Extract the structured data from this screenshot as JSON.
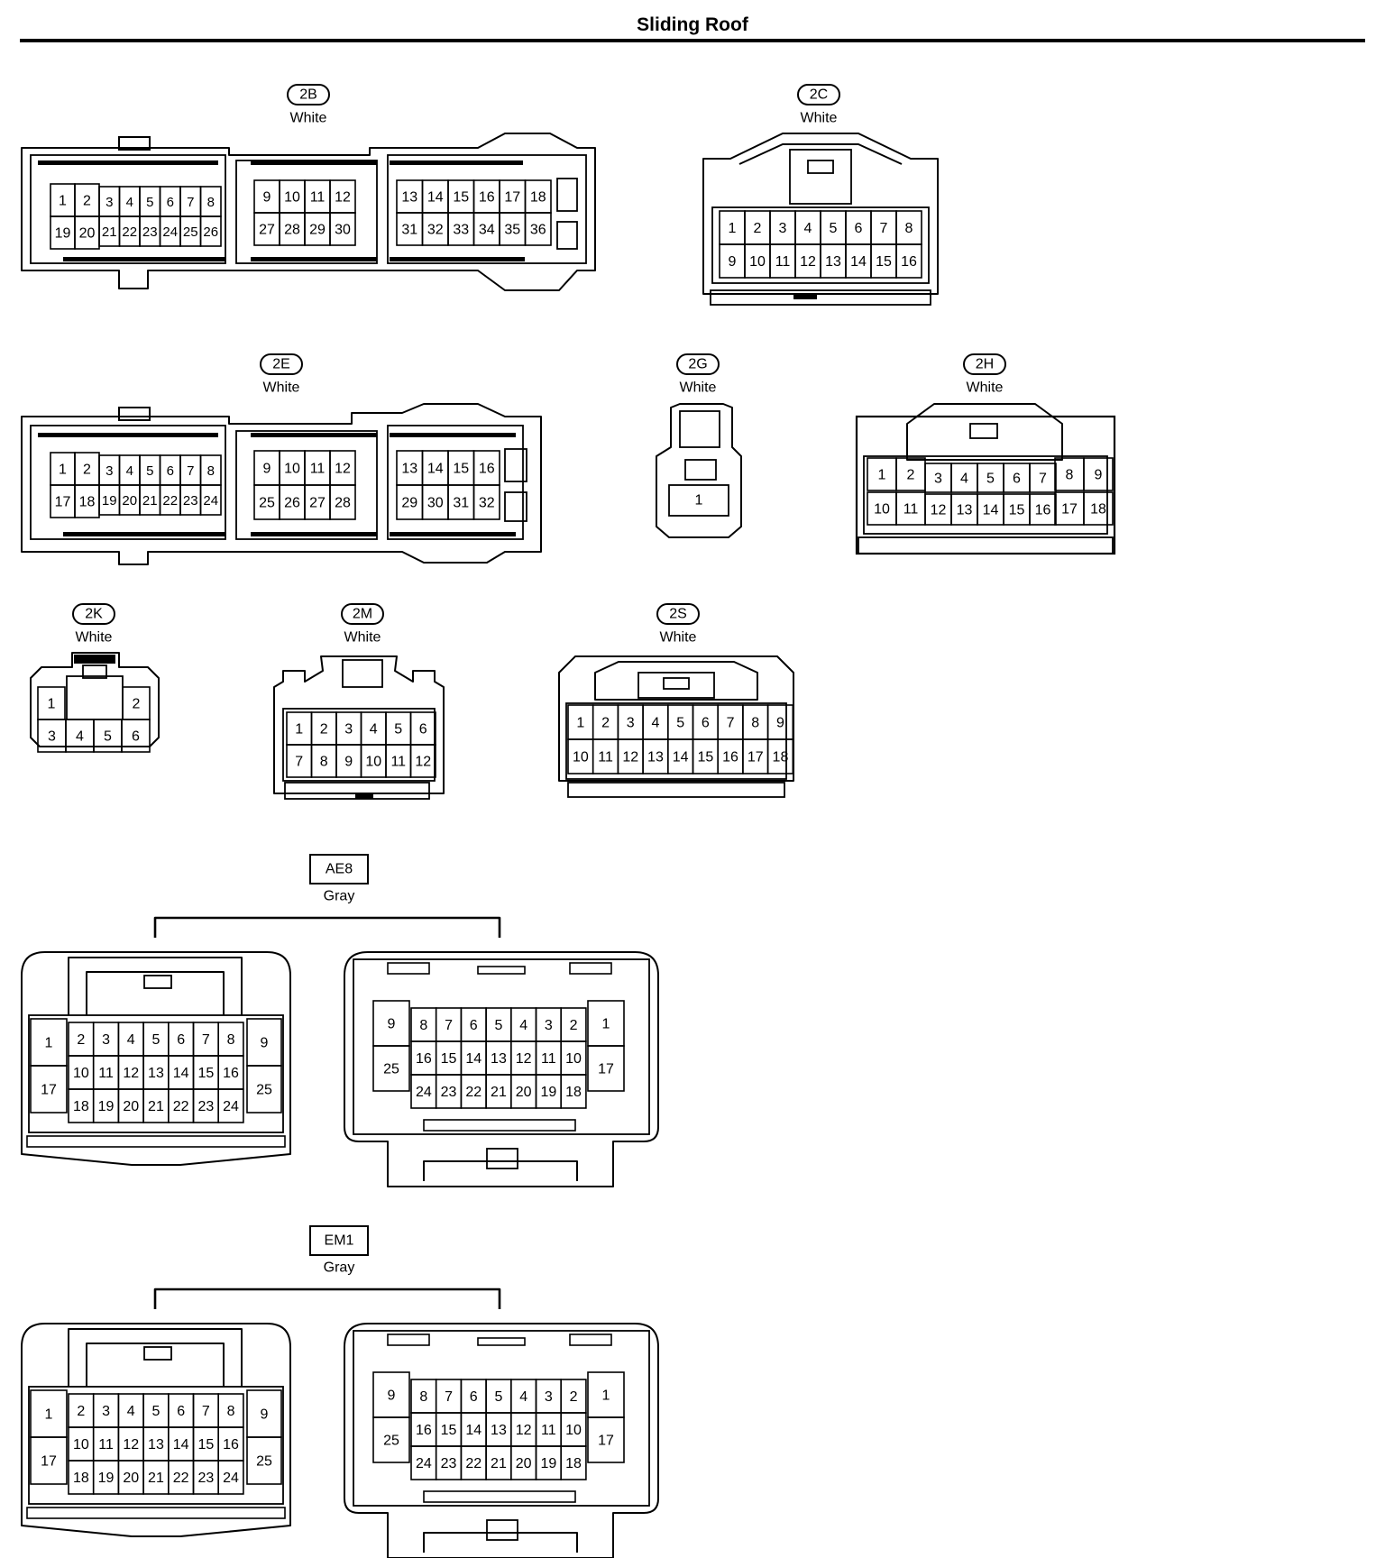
{
  "page": {
    "title": "Sliding Roof"
  },
  "connectors": [
    {
      "id": "2B",
      "tag_style": "oval",
      "color": "White",
      "blocks": [
        {
          "rows": [
            [
              "1",
              "2",
              "3",
              "4",
              "5",
              "6",
              "7",
              "8"
            ],
            [
              "19",
              "20",
              "21",
              "22",
              "23",
              "24",
              "25",
              "26"
            ]
          ]
        },
        {
          "rows": [
            [
              "9",
              "10",
              "11",
              "12"
            ],
            [
              "27",
              "28",
              "29",
              "30"
            ]
          ]
        },
        {
          "rows": [
            [
              "13",
              "14",
              "15",
              "16",
              "17",
              "18"
            ],
            [
              "31",
              "32",
              "33",
              "34",
              "35",
              "36"
            ]
          ]
        }
      ]
    },
    {
      "id": "2C",
      "tag_style": "oval",
      "color": "White",
      "blocks": [
        {
          "rows": [
            [
              "1",
              "2",
              "3",
              "4",
              "5",
              "6",
              "7",
              "8"
            ],
            [
              "9",
              "10",
              "11",
              "12",
              "13",
              "14",
              "15",
              "16"
            ]
          ]
        }
      ]
    },
    {
      "id": "2E",
      "tag_style": "oval",
      "color": "White",
      "blocks": [
        {
          "rows": [
            [
              "1",
              "2",
              "3",
              "4",
              "5",
              "6",
              "7",
              "8"
            ],
            [
              "17",
              "18",
              "19",
              "20",
              "21",
              "22",
              "23",
              "24"
            ]
          ]
        },
        {
          "rows": [
            [
              "9",
              "10",
              "11",
              "12"
            ],
            [
              "25",
              "26",
              "27",
              "28"
            ]
          ]
        },
        {
          "rows": [
            [
              "13",
              "14",
              "15",
              "16"
            ],
            [
              "29",
              "30",
              "31",
              "32"
            ]
          ]
        }
      ]
    },
    {
      "id": "2G",
      "tag_style": "oval",
      "color": "White",
      "blocks": [
        {
          "rows": [
            [
              "1"
            ]
          ]
        }
      ]
    },
    {
      "id": "2H",
      "tag_style": "oval",
      "color": "White",
      "blocks": [
        {
          "rows": [
            [
              "1",
              "2",
              "3",
              "4",
              "5",
              "6",
              "7",
              "8",
              "9"
            ],
            [
              "10",
              "11",
              "12",
              "13",
              "14",
              "15",
              "16",
              "17",
              "18"
            ]
          ]
        }
      ]
    },
    {
      "id": "2K",
      "tag_style": "oval",
      "color": "White",
      "blocks": [
        {
          "rows": [
            [
              "1",
              "",
              "",
              "2"
            ],
            [
              "3",
              "4",
              "5",
              "6"
            ]
          ]
        }
      ]
    },
    {
      "id": "2M",
      "tag_style": "oval",
      "color": "White",
      "blocks": [
        {
          "rows": [
            [
              "1",
              "2",
              "3",
              "4",
              "5",
              "6"
            ],
            [
              "7",
              "8",
              "9",
              "10",
              "11",
              "12"
            ]
          ]
        }
      ]
    },
    {
      "id": "2S",
      "tag_style": "oval",
      "color": "White",
      "blocks": [
        {
          "rows": [
            [
              "1",
              "2",
              "3",
              "4",
              "5",
              "6",
              "7",
              "8",
              "9"
            ],
            [
              "10",
              "11",
              "12",
              "13",
              "14",
              "15",
              "16",
              "17",
              "18"
            ]
          ]
        }
      ]
    },
    {
      "id": "AE8",
      "tag_style": "box",
      "color": "Gray",
      "left_side": {
        "side_left": [
          "1",
          "17"
        ],
        "rows": [
          [
            "2",
            "3",
            "4",
            "5",
            "6",
            "7",
            "8"
          ],
          [
            "10",
            "11",
            "12",
            "13",
            "14",
            "15",
            "16"
          ],
          [
            "18",
            "19",
            "20",
            "21",
            "22",
            "23",
            "24"
          ]
        ],
        "side_right": [
          "9",
          "25"
        ]
      },
      "right_side": {
        "side_left": [
          "9",
          "25"
        ],
        "rows": [
          [
            "8",
            "7",
            "6",
            "5",
            "4",
            "3",
            "2"
          ],
          [
            "16",
            "15",
            "14",
            "13",
            "12",
            "11",
            "10"
          ],
          [
            "24",
            "23",
            "22",
            "21",
            "20",
            "19",
            "18"
          ]
        ],
        "side_right": [
          "1",
          "17"
        ]
      }
    },
    {
      "id": "EM1",
      "tag_style": "box",
      "color": "Gray",
      "left_side": {
        "side_left": [
          "1",
          "17"
        ],
        "rows": [
          [
            "2",
            "3",
            "4",
            "5",
            "6",
            "7",
            "8"
          ],
          [
            "10",
            "11",
            "12",
            "13",
            "14",
            "15",
            "16"
          ],
          [
            "18",
            "19",
            "20",
            "21",
            "22",
            "23",
            "24"
          ]
        ],
        "side_right": [
          "9",
          "25"
        ]
      },
      "right_side": {
        "side_left": [
          "9",
          "25"
        ],
        "rows": [
          [
            "8",
            "7",
            "6",
            "5",
            "4",
            "3",
            "2"
          ],
          [
            "16",
            "15",
            "14",
            "13",
            "12",
            "11",
            "10"
          ],
          [
            "24",
            "23",
            "22",
            "21",
            "20",
            "19",
            "18"
          ]
        ],
        "side_right": [
          "1",
          "17"
        ]
      }
    }
  ]
}
